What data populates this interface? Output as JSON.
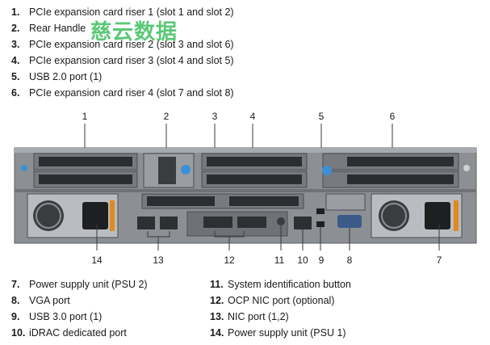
{
  "legend_top": [
    {
      "num": "1.",
      "text": "PCIe expansion card riser 1 (slot 1 and slot 2)"
    },
    {
      "num": "2.",
      "text": "Rear Handle"
    },
    {
      "num": "3.",
      "text": "PCIe expansion card riser 2 (slot 3 and slot 6)"
    },
    {
      "num": "4.",
      "text": "PCIe expansion card riser 3 (slot 4 and slot 5)"
    },
    {
      "num": "5.",
      "text": "USB 2.0 port (1)"
    },
    {
      "num": "6.",
      "text": "PCIe expansion card riser 4 (slot 7 and slot 8)"
    }
  ],
  "legend_bottom_left": [
    {
      "num": "7.",
      "text": "Power supply unit (PSU 2)"
    },
    {
      "num": "8.",
      "text": "VGA port"
    },
    {
      "num": "9.",
      "text": "USB 3.0 port (1)"
    },
    {
      "num": "10.",
      "text": "iDRAC dedicated port"
    }
  ],
  "legend_bottom_right": [
    {
      "num": "11.",
      "text": "System identification button"
    },
    {
      "num": "12.",
      "text": "OCP NIC port (optional)"
    },
    {
      "num": "13.",
      "text": "NIC port (1,2)"
    },
    {
      "num": "14.",
      "text": "Power supply unit (PSU 1)"
    }
  ],
  "watermark": "慈云数据",
  "callouts": {
    "c1": "1",
    "c2": "2",
    "c3": "3",
    "c4": "4",
    "c5": "5",
    "c6": "6",
    "c7": "7",
    "c8": "8",
    "c9": "9",
    "c10": "10",
    "c11": "11",
    "c12": "12",
    "c13": "13",
    "c14": "14"
  },
  "colors": {
    "chassis": "#8c8f93",
    "chassis_dark": "#4a4d51",
    "grille": "#2b2d30",
    "release_tab": "#3d8fd6",
    "psu_handle": "#e08a1e"
  }
}
